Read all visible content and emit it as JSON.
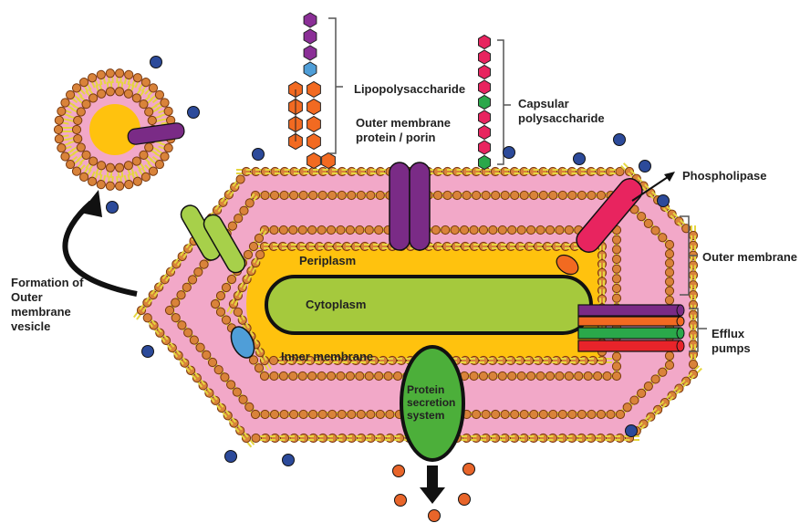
{
  "labels": {
    "lipopolysaccharide": "Lipopolysaccharide",
    "capsular_polysaccharide": "Capsular\npolysaccharide",
    "outer_membrane_protein": "Outer membrane\nprotein / porin",
    "phospholipase": "Phospholipase",
    "outer_membrane": "Outer membrane",
    "efflux_pumps": "Efflux\npumps",
    "formation_vesicle": "Formation of\nOuter\nmembrane\nvesicle",
    "periplasm": "Periplasm",
    "cytoplasm": "Cytoplasm",
    "inner_membrane": "Inner membrane",
    "protein_secretion": "Protein\nsecretion\nsystem"
  },
  "colors": {
    "periplasm_pink": "#f2a8c8",
    "periplasm_yellow": "#ffc20e",
    "cytoplasm_green": "#a5c93d",
    "lipid_head": "#d9833a",
    "lipid_tail": "#f2e94c",
    "porin_purple": "#7a2b86",
    "phospholipase_pink": "#e8245f",
    "vesicle_protein_purple": "#7a2b86",
    "lps_purple": "#8b2f97",
    "lps_blue": "#4f9ed8",
    "lps_orange": "#f26a21",
    "capsule_red": "#e8245f",
    "capsule_green": "#2aa84a",
    "efflux_purple": "#7a2b86",
    "efflux_orange": "#f26a21",
    "efflux_green": "#2aa84a",
    "efflux_red": "#e8242a",
    "secretion_green": "#4caf3a",
    "blue_dot": "#2c4a9a",
    "orange_dot": "#e8652a"
  }
}
